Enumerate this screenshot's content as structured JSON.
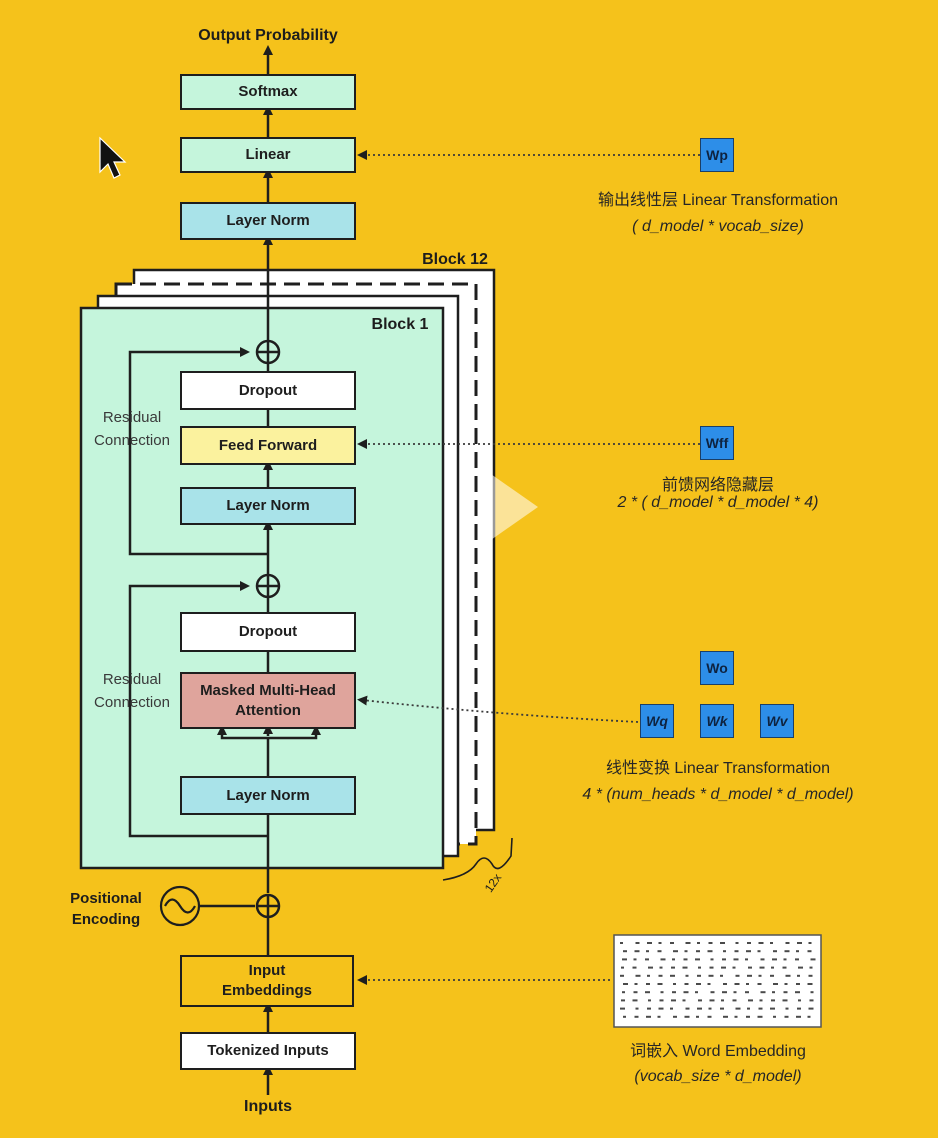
{
  "top_output": "Output Probability",
  "bottom_input": "Inputs",
  "boxes": {
    "softmax": "Softmax",
    "linear": "Linear",
    "final_layer_norm": "Layer Norm",
    "dropout_ffn": "Dropout",
    "feed_forward": "Feed Forward",
    "layer_norm_ffn": "Layer Norm",
    "dropout_attn": "Dropout",
    "masked_attention_line1": "Masked Multi-Head",
    "masked_attention_line2": "Attention",
    "layer_norm_attn": "Layer Norm",
    "input_embeddings_line1": "Input",
    "input_embeddings_line2": "Embeddings",
    "tokenized_inputs": "Tokenized Inputs"
  },
  "blocks": {
    "front": "Block 1",
    "back": "Block 12",
    "repeat": "12x"
  },
  "residual": {
    "line1": "Residual",
    "line2": "Connection"
  },
  "positional": {
    "line1": "Positional",
    "line2": "Encoding"
  },
  "weights": {
    "wp": "Wp",
    "wff": "Wff",
    "wo": "Wo",
    "wq": "Wq",
    "wk": "Wk",
    "wv": "Wv"
  },
  "notes": {
    "output_layer": "输出线性层 Linear Transformation",
    "output_dims": "( d_model * vocab_size)",
    "ffn_hidden": "前馈网络隐藏层",
    "ffn_dims": "2 * ( d_model * d_model * 4)",
    "attn_linear": "线性变换 Linear Transformation",
    "attn_dims": "4 * (num_heads * d_model * d_model)",
    "word_embedding": "词嵌入 Word Embedding",
    "embedding_dims": "(vocab_size * d_model)"
  },
  "colors": {
    "background": "#f5c21b",
    "block_fill": "#c5f5dc",
    "layer_norm": "#a9e3e9",
    "feed_forward": "#fbf29e",
    "attention": "#dfa49c",
    "weight_square": "#2d8ee8"
  }
}
